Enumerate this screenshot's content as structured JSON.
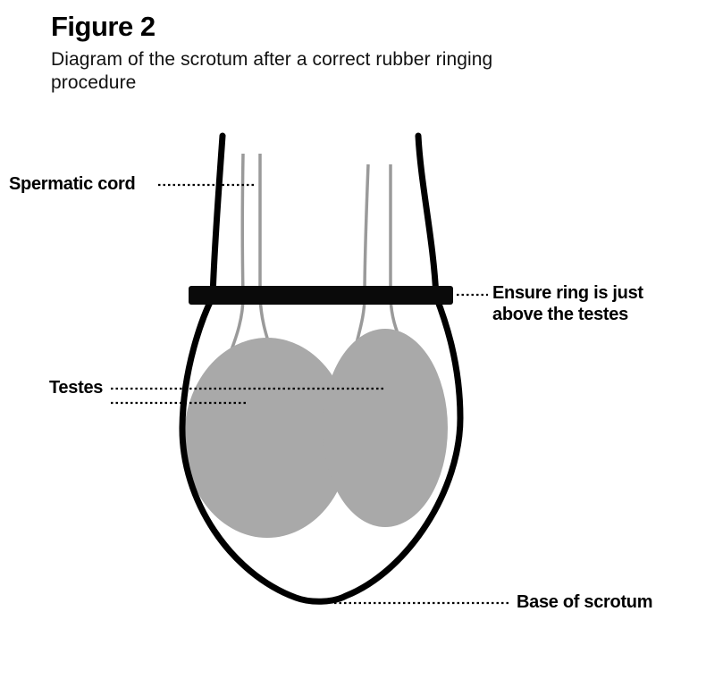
{
  "figure": {
    "title": "Figure 2",
    "subtitle_line1": "Diagram of the scrotum after a correct rubber ringing",
    "subtitle_line2": "procedure"
  },
  "labels": {
    "spermatic_cord": "Spermatic cord",
    "ring_note_line1": "Ensure ring is just",
    "ring_note_line2": "above the testes",
    "testes": "Testes",
    "base_of_scrotum": "Base of scrotum"
  },
  "colors": {
    "outline": "#000000",
    "ring": "#0a0a0a",
    "testes_fill": "#a9a9a9",
    "cord_stroke": "#9a9a9a",
    "leader_stroke": "#000000"
  }
}
